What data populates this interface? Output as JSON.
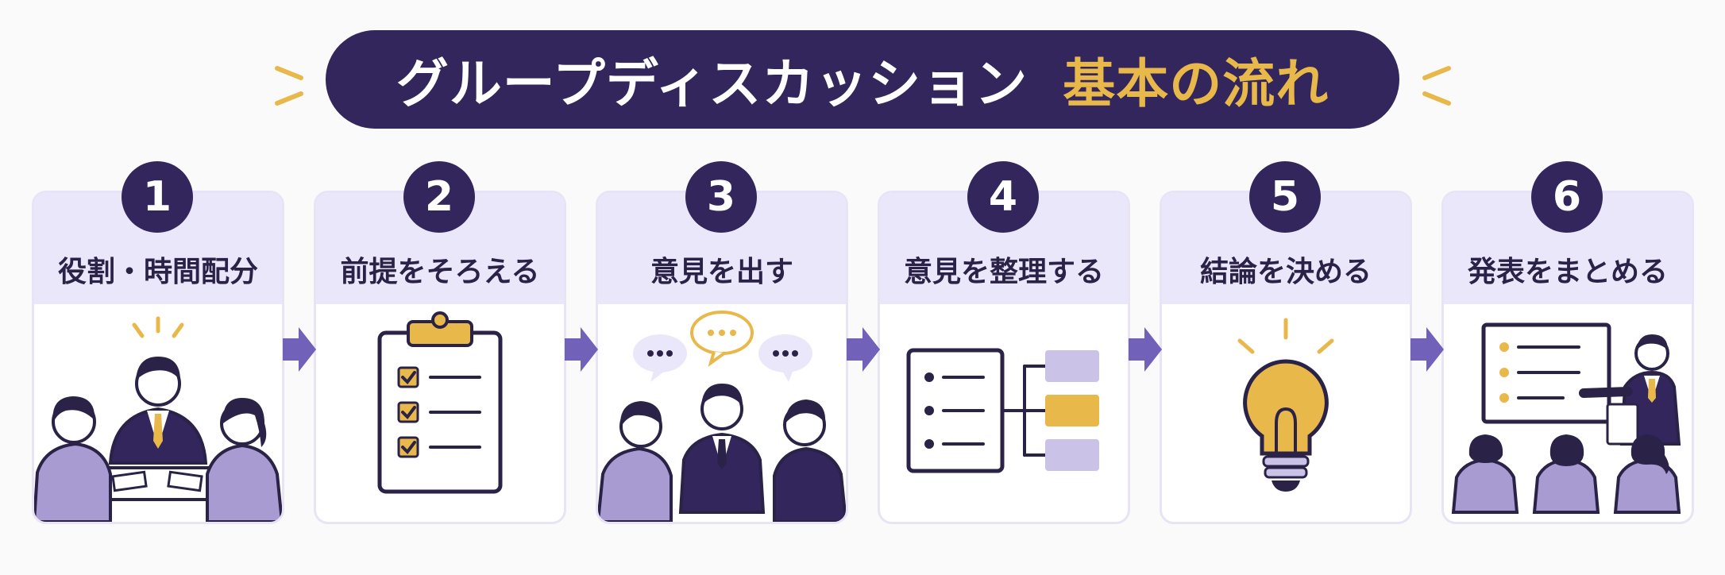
{
  "title": {
    "main": "グループディスカッション",
    "accent": "基本の流れ"
  },
  "colors": {
    "navy": "#33265c",
    "accent_yellow": "#e9b84a",
    "lavender": "#ebe7fb",
    "arrow_purple": "#7161b8",
    "figure_lavender": "#a89bd1"
  },
  "steps": [
    {
      "number": "1",
      "label": "役割・時間配分",
      "icon": "meeting-leader-icon"
    },
    {
      "number": "2",
      "label": "前提をそろえる",
      "icon": "clipboard-checklist-icon"
    },
    {
      "number": "3",
      "label": "意見を出す",
      "icon": "discussion-speech-bubbles-icon"
    },
    {
      "number": "4",
      "label": "意見を整理する",
      "icon": "organize-list-icon"
    },
    {
      "number": "5",
      "label": "結論を決める",
      "icon": "lightbulb-icon"
    },
    {
      "number": "6",
      "label": "発表をまとめる",
      "icon": "presentation-icon"
    }
  ]
}
